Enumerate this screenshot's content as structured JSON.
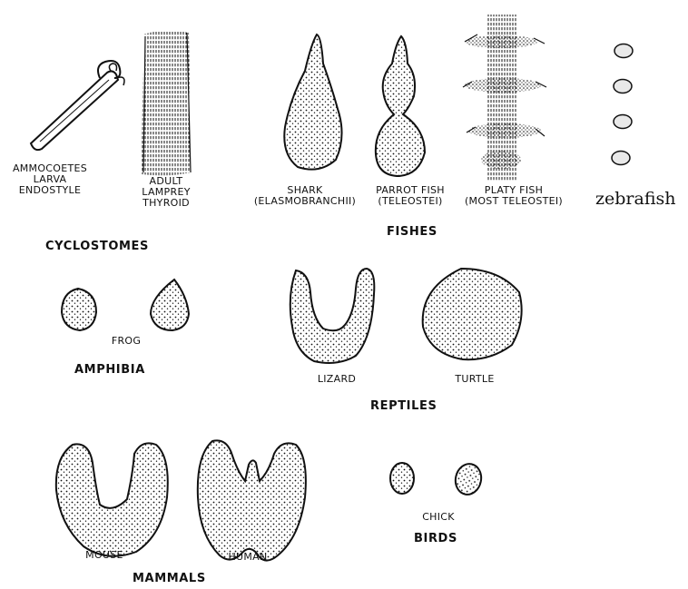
{
  "figure": {
    "labels": {
      "ammocoetes": "AMMOCOETES\nLARVA\nENDOSTYLE",
      "lamprey": "ADULT\nLAMPREY\nTHYROID",
      "shark": "SHARK\n(ELASMOBRANCHII)",
      "parrot": "PARROT FISH\n(TELEOSTEI)",
      "platy": "PLATY FISH\n(MOST TELEOSTEI)",
      "zebrafish": "zebrafish",
      "frog": "FROG",
      "lizard": "LIZARD",
      "turtle": "TURTLE",
      "mouse": "MOUSE",
      "human": "HUMAN",
      "chick": "CHICK"
    },
    "groups": {
      "cyclostomes": "CYCLOSTOMES",
      "fishes": "FISHES",
      "amphibia": "AMPHIBIA",
      "reptiles": "REPTILES",
      "mammals": "MAMMALS",
      "birds": "BIRDS"
    },
    "colors": {
      "ink": "#111111",
      "paper": "#ffffff",
      "zebrafish_fill": "#e9e9e9"
    }
  }
}
